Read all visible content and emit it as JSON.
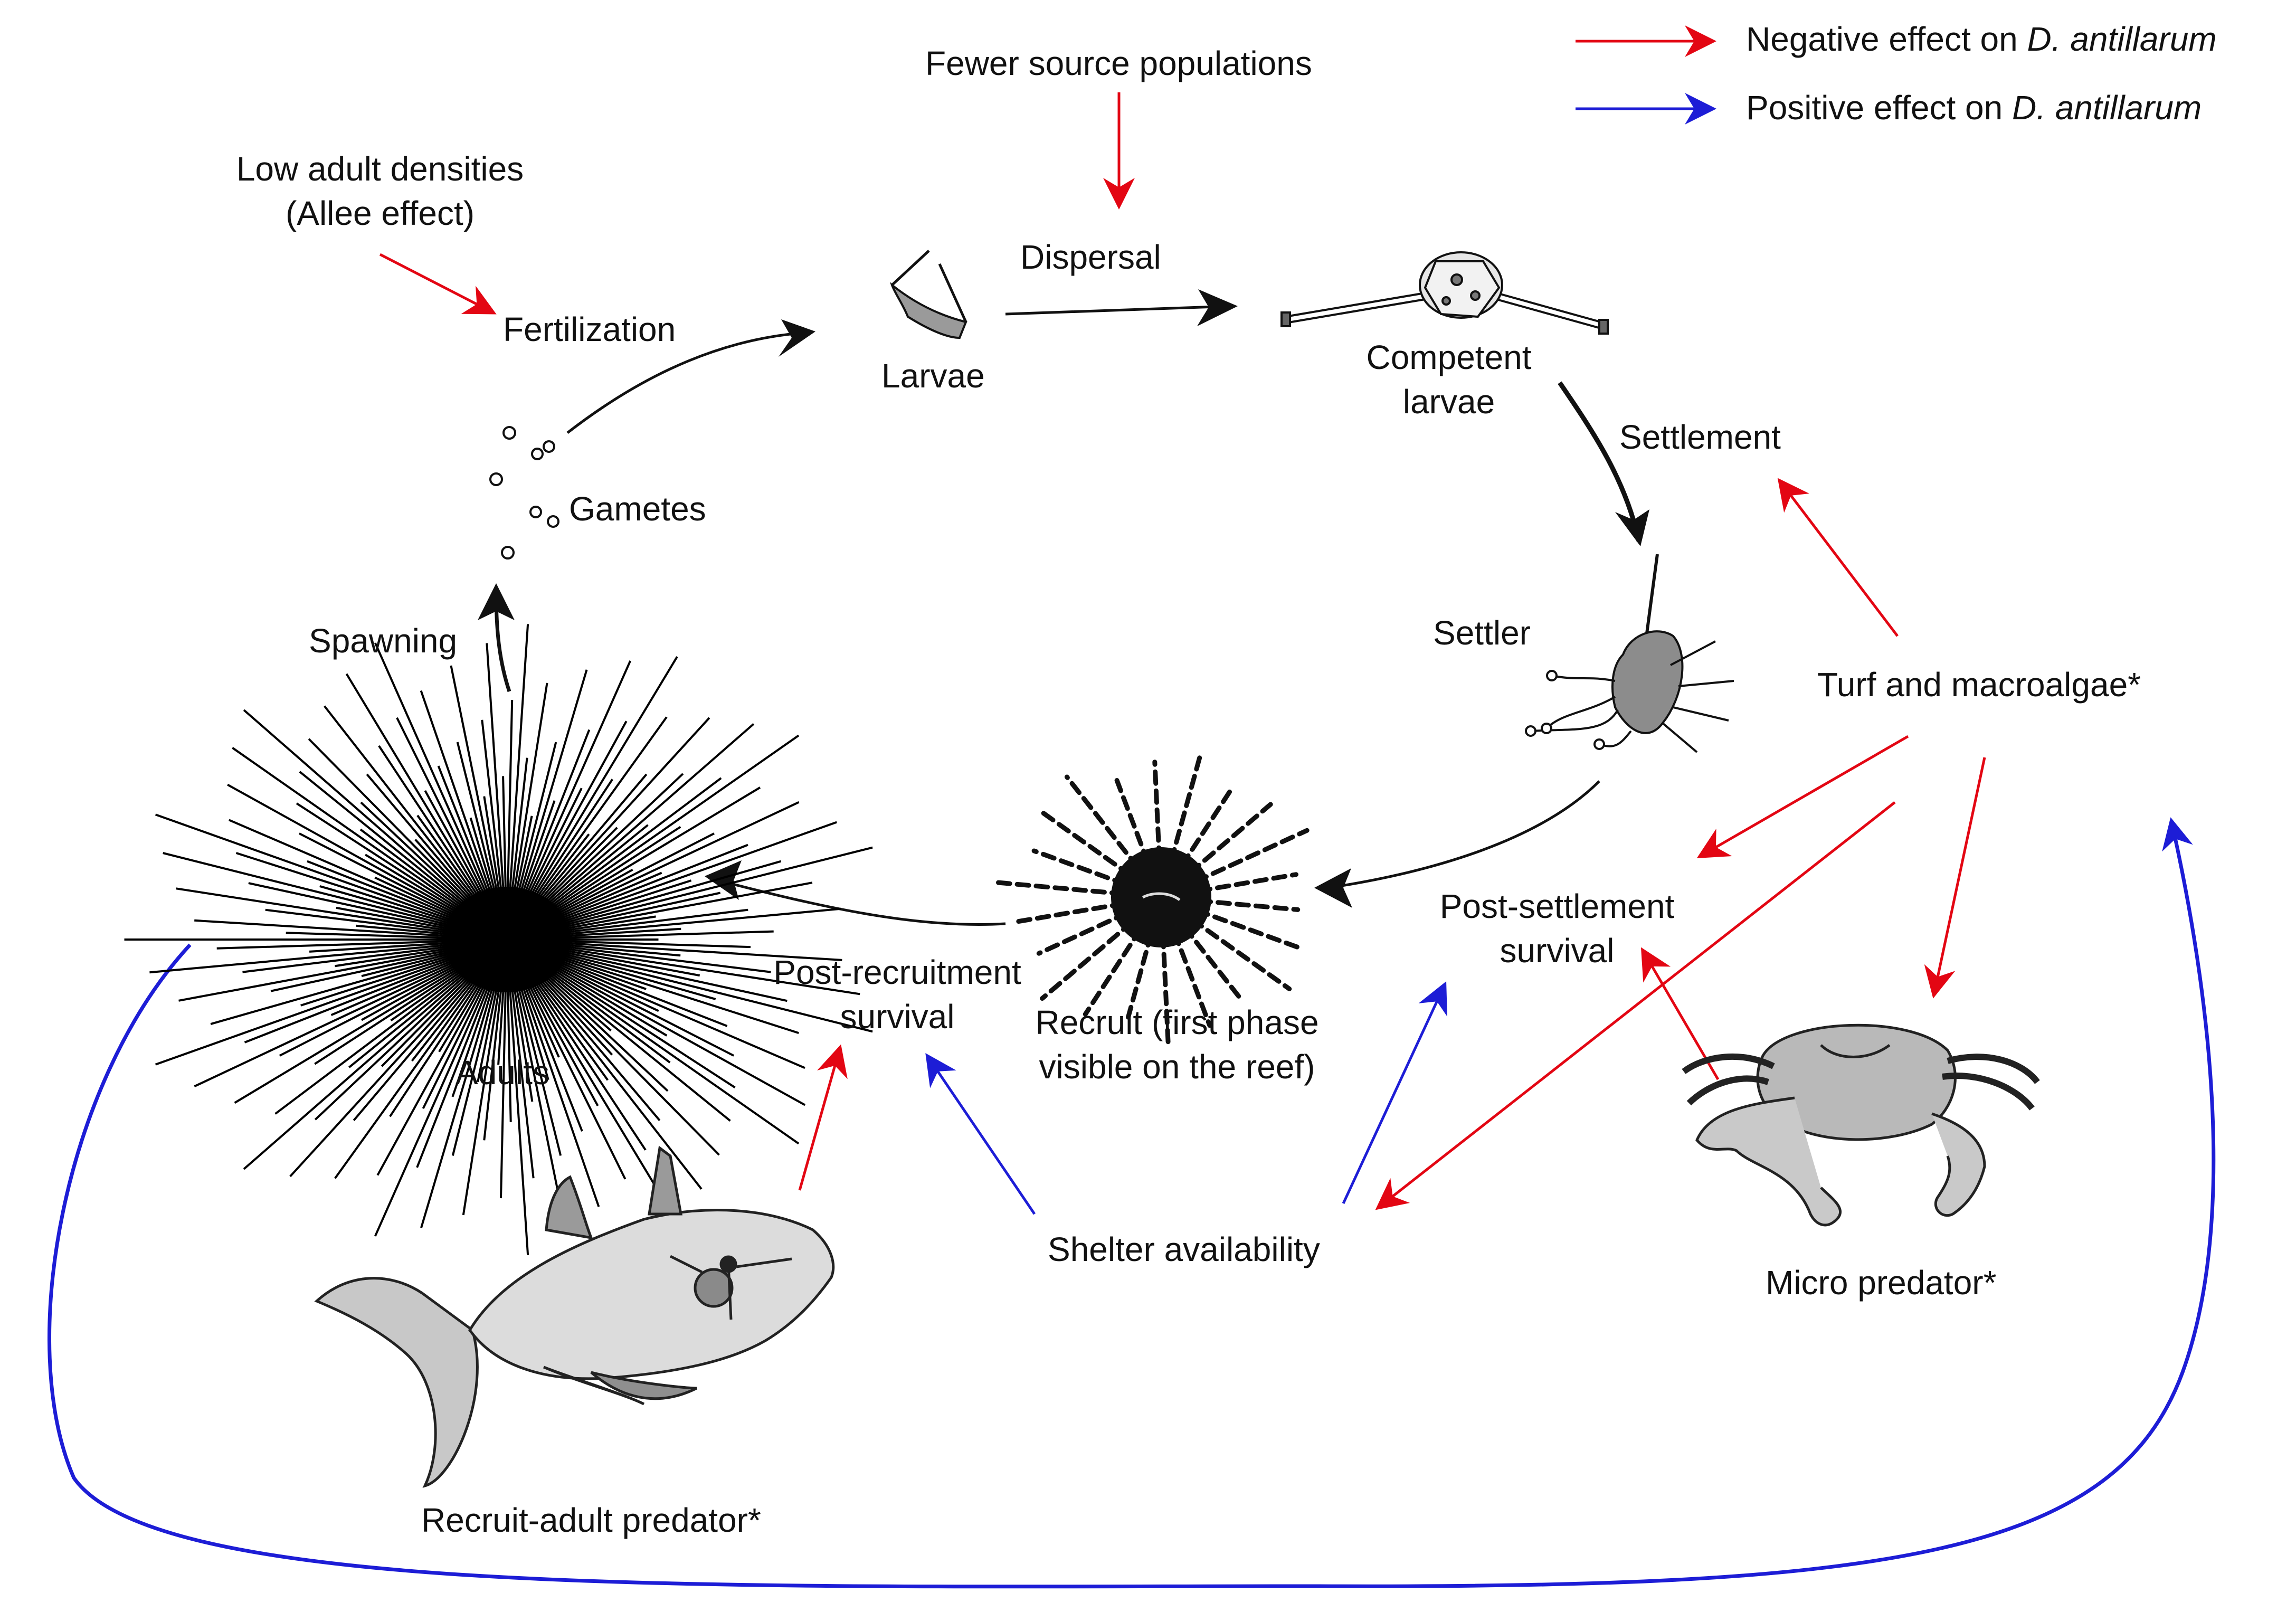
{
  "legend": {
    "negative_label": "Negative effect on ",
    "positive_label": "Positive effect on ",
    "species": "D. antillarum",
    "negative_color": "#e30613",
    "positive_color": "#1d1dd6"
  },
  "labels": {
    "fewer_source": "Fewer source populations",
    "low_density_1": "Low adult densities",
    "low_density_2": "(Allee effect)",
    "fertilization": "Fertilization",
    "larvae": "Larvae",
    "dispersal": "Dispersal",
    "competent_1": "Competent",
    "competent_2": "larvae",
    "settlement": "Settlement",
    "gametes": "Gametes",
    "spawning": "Spawning",
    "settler": "Settler",
    "turf": "Turf and macroalgae*",
    "post_settlement_1": "Post-settlement",
    "post_settlement_2": "survival",
    "post_recruitment_1": "Post-recruitment",
    "post_recruitment_2": "survival",
    "recruit_1": "Recruit (first phase",
    "recruit_2": "visible on the reef)",
    "adults": "Adults",
    "shelter": "Shelter availability",
    "micro_predator": "Micro predator*",
    "recruit_adult_predator": "Recruit-adult predator*"
  },
  "illustrations": [
    "larva-icon",
    "competent-larva-icon",
    "settler-icon",
    "recruit-urchin-icon",
    "adult-urchin-icon",
    "crab-icon",
    "triggerfish-icon",
    "gamete-bubbles"
  ]
}
